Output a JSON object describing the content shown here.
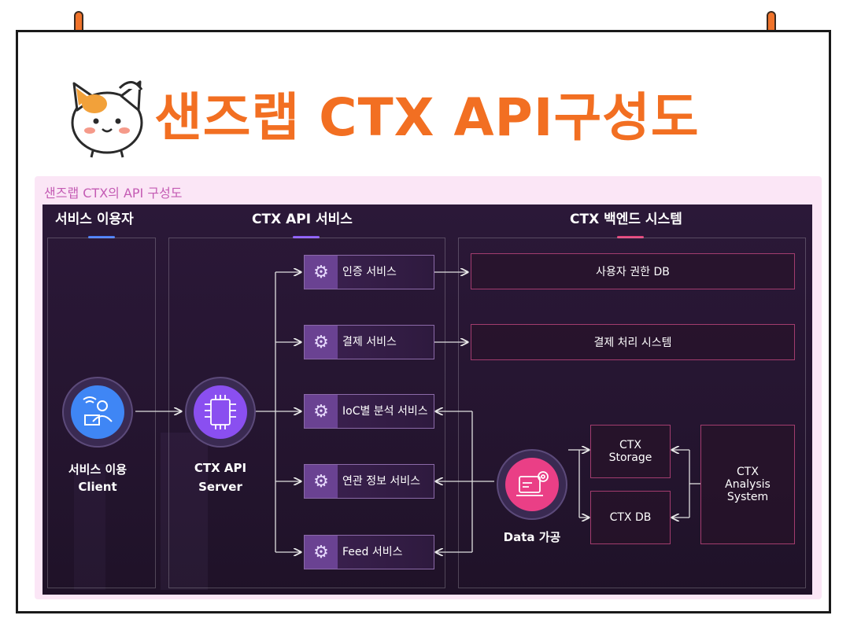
{
  "page": {
    "title": "샌즈랩 CTX API구성도",
    "panel_label": "샌즈랩 CTX의 API 구성도"
  },
  "columns": [
    {
      "label": "서비스 이용자",
      "accent": "#4a7df5"
    },
    {
      "label": "CTX API 서비스",
      "accent": "#8a5cf5"
    },
    {
      "label": "CTX 백엔드 시스템",
      "accent": "#e0457a"
    }
  ],
  "nodes": {
    "client": {
      "line1": "서비스 이용",
      "line2": "Client",
      "icon": "user-laptop-icon",
      "color": "#3f86f5"
    },
    "server": {
      "line1": "CTX API",
      "line2": "Server",
      "icon": "chip-icon",
      "color": "#8a4ff0"
    },
    "data": {
      "line1": "Data 가공",
      "icon": "data-gear-icon",
      "color": "#ea3f86"
    }
  },
  "services": [
    {
      "label": "인증 서비스",
      "icon": "gear-icon"
    },
    {
      "label": "결제 서비스",
      "icon": "gear-icon"
    },
    {
      "label": "IoC별 분석 서비스",
      "icon": "gear-icon"
    },
    {
      "label": "연관 정보 서비스",
      "icon": "gear-icon"
    },
    {
      "label": "Feed 서비스",
      "icon": "gear-icon"
    }
  ],
  "backend": {
    "auth_db": "사용자 권한 DB",
    "payment": "결제 처리 시스템",
    "storage_l1": "CTX",
    "storage_l2": "Storage",
    "ctx_db": "CTX DB",
    "analysis_l1": "CTX",
    "analysis_l2": "Analysis",
    "analysis_l3": "System"
  },
  "colors": {
    "title": "#f26f22",
    "frame": "#1a1a1a",
    "panel_bg": "#fbe6f6",
    "diagram_bg": "#2b1838",
    "backend_border": "#a23c6e"
  }
}
